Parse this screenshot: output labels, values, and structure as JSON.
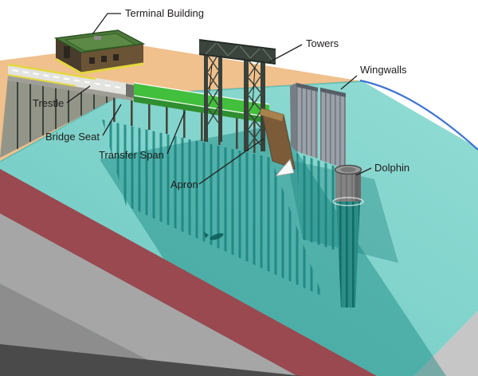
{
  "diagram": {
    "labels": {
      "terminal_building": "Terminal Building",
      "towers": "Towers",
      "wingwalls": "Wingwalls",
      "trestle": "Trestle",
      "bridge_seat": "Bridge Seat",
      "transfer_span": "Transfer Span",
      "apron": "Apron",
      "dolphin": "Dolphin"
    },
    "colors": {
      "water": "#7fd2cb",
      "water_shadow": "#168581",
      "sand": "#f0c08d",
      "seabed_maroon": "#9a4950",
      "substrate_light": "#a6a6a6",
      "substrate_mid": "#8d8d8d",
      "substrate_dark": "#4a4a4a",
      "span_green": "#42bf3c",
      "roof_green": "#4d7a3c",
      "steel_dark": "#3a443c",
      "wingwall_gray": "#9ba1a8",
      "shoreline_blue": "#3f74cf",
      "label_text": "#1f1b1a"
    }
  }
}
